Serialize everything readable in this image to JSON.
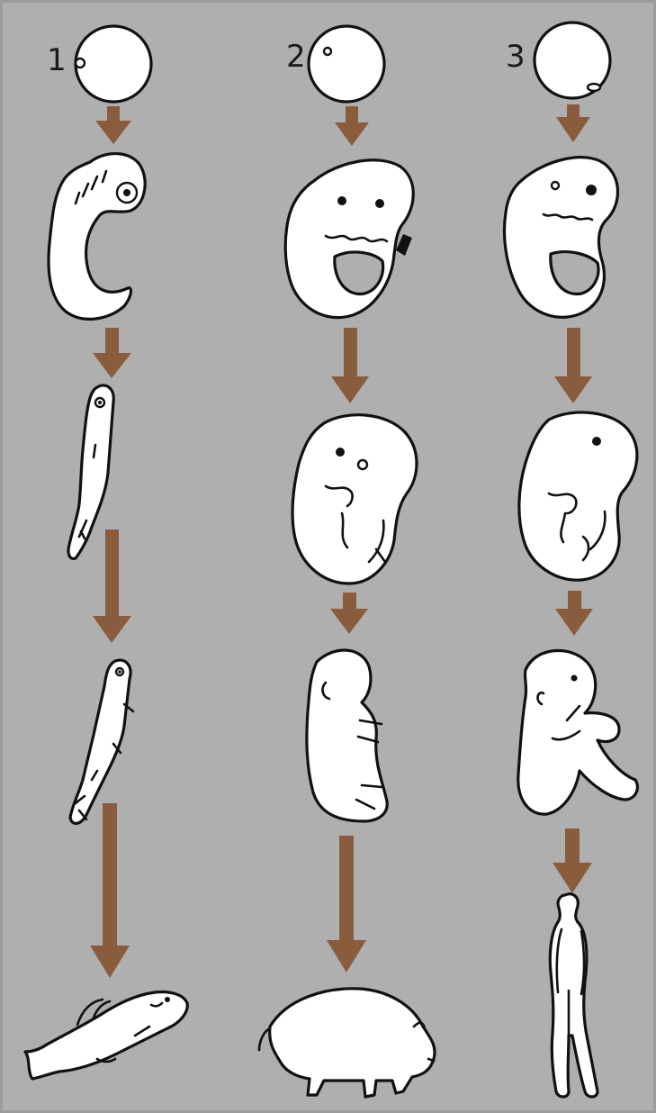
{
  "columns": [
    {
      "label": "1"
    },
    {
      "label": "2"
    },
    {
      "label": "3"
    }
  ],
  "colors": {
    "background": "#b0afaf",
    "arrow": "#8a5c3e",
    "outline": "#111111",
    "figure_fill": "#ffffff"
  }
}
